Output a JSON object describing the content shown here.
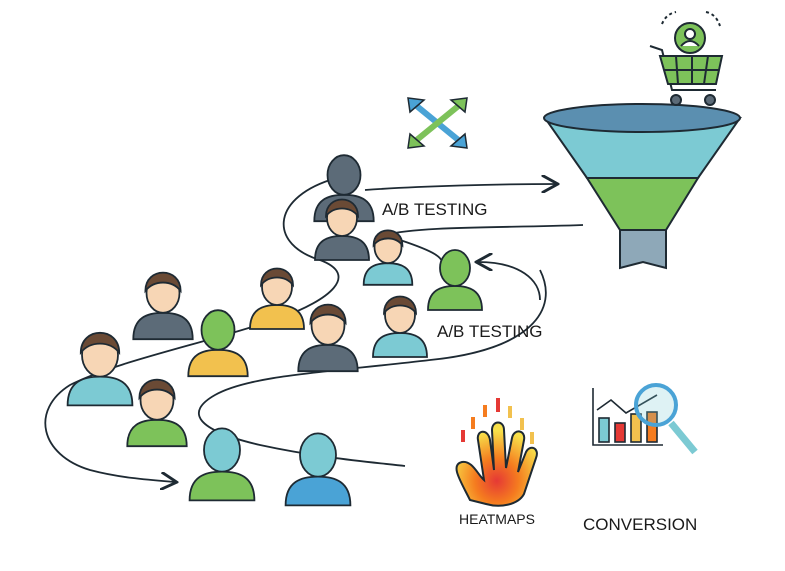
{
  "labels": {
    "ab_testing_top": "A/B TESTING",
    "ab_testing_bottom": "A/B TESTING",
    "heatmaps": "HEATMAPS",
    "conversion": "CONVERSION"
  },
  "colors": {
    "outline": "#1e2a33",
    "funnel_top": "#5b8fb0",
    "funnel_teal": "#7ccad3",
    "funnel_green": "#7dc25a",
    "funnel_spout": "#8ea8b8",
    "skin": "#f7d6b5",
    "green": "#7dc25a",
    "teal": "#7ccad3",
    "grey": "#5c6b78",
    "yellow": "#f2c14e",
    "blue": "#4aa3d6",
    "red": "#e53935"
  }
}
